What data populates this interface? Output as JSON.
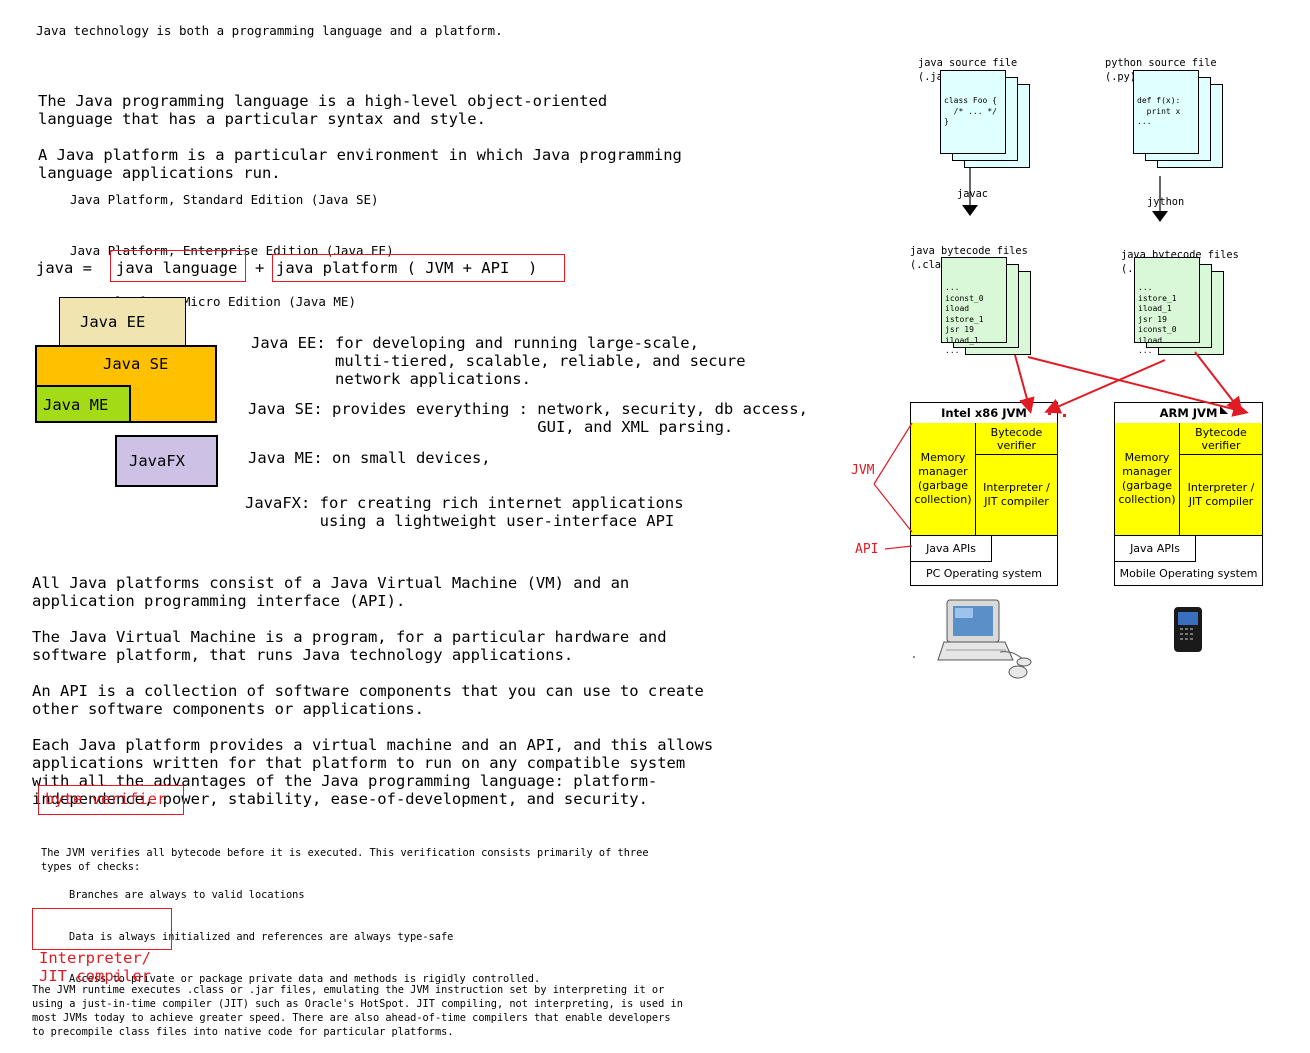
{
  "left": {
    "intro": "Java technology is both a programming language and a platform.",
    "lang_def": [
      "The Java programming language is a high-level object-oriented",
      "language that has a particular syntax and style."
    ],
    "platform_def": [
      "A Java platform is a particular environment in which Java programming",
      "language applications run."
    ],
    "platforms": [
      "Java Platform, Standard Edition (Java SE)",
      "Java Platform, Enterprise Edition (Java EE)",
      "Java Platform, Micro Edition (Java ME)",
      "JavaFX"
    ],
    "equation": {
      "lhs": "java =",
      "term1": "java language",
      "plus": "+",
      "term2": "java platform ( JVM + API  )"
    },
    "editions": {
      "ee": "Java EE",
      "se": "Java SE",
      "me": "Java ME",
      "fx": "JavaFX"
    },
    "edition_desc": {
      "ee": [
        "Java EE: for developing and running large-scale,",
        "         multi-tiered, scalable, reliable, and secure",
        "         network applications."
      ],
      "se": [
        "Java SE: provides everything : network, security, db access,",
        "                               GUI, and XML parsing."
      ],
      "me": [
        "Java ME: on small devices,"
      ],
      "fx": [
        "JavaFX: for creating rich internet applications",
        "        using a lightweight user-interface API"
      ]
    },
    "p1": [
      "All Java platforms consist of a Java Virtual Machine (VM) and an",
      "application programming interface (API)."
    ],
    "p2": [
      "The Java Virtual Machine is a program, for a particular hardware and",
      "software platform, that runs Java technology applications."
    ],
    "p3": [
      "An API is a collection of software components that you can use to create",
      "other software components or applications."
    ],
    "p4": [
      "Each Java platform provides a virtual machine and an API, and this allows",
      "applications written for that platform to run on any compatible system",
      "with all the advantages of the Java programming language: platform-",
      "independence, power, stability, ease-of-development, and security."
    ],
    "byte_verifier": {
      "heading": "byte verifier",
      "text": [
        "The JVM verifies all bytecode before it is executed. This verification consists primarily of three",
        "types of checks:"
      ],
      "checks": [
        "Branches are always to valid locations",
        "Data is always initialized and references are always type-safe",
        "Access to private or package private data and methods is rigidly controlled."
      ]
    },
    "interpreter": {
      "heading": [
        "Interpreter/",
        "JIT compiler"
      ],
      "text": [
        "The JVM runtime executes .class or .jar files, emulating the JVM instruction set by interpreting it or",
        "using a just-in-time compiler (JIT) such as Oracle's HotSpot. JIT compiling, not interpreting, is used in",
        "most JVMs today to achieve greater speed. There are also ahead-of-time compilers that enable developers",
        "to precompile class files into native code for particular platforms."
      ]
    }
  },
  "diagram": {
    "java_src": {
      "label": [
        "java source file",
        "(.java)"
      ],
      "code": [
        "class Foo {",
        "  /* ... */",
        "}"
      ]
    },
    "python_src": {
      "label": [
        "python source file",
        "(.py)"
      ],
      "code": [
        "def f(x):",
        "  print x",
        "..."
      ]
    },
    "javac": "javac",
    "jython": "jython",
    "java_bc": {
      "label": [
        "java bytecode files",
        "(.class/.jar)"
      ],
      "code": [
        "...",
        "iconst_0",
        "iload",
        "istore_1",
        "jsr 19",
        "iload_1",
        "..."
      ]
    },
    "python_bc": {
      "label": [
        "java bytecode files",
        "(.class/.jar)"
      ],
      "code": [
        "...",
        "istore_1",
        "iload_1",
        "jsr 19",
        "iconst_0",
        "iload",
        "..."
      ]
    },
    "intel": {
      "title": "Intel x86 JVM",
      "memory": "Memory manager (garbage collection)",
      "verifier": "Bytecode verifier",
      "interp": "Interpreter / JIT compiler",
      "apis": "Java APIs",
      "os": "PC Operating system"
    },
    "arm": {
      "title": "ARM JVM",
      "memory": "Memory manager (garbage collection)",
      "verifier": "Bytecode verifier",
      "interp": "Interpreter / JIT compiler",
      "apis": "Java APIs",
      "os": "Mobile Operating system"
    },
    "jvm_label": "JVM",
    "api_label": "API"
  },
  "colors": {
    "red": "#e01b24",
    "ee": "#f0e4b0",
    "se": "#ffc000",
    "me": "#a3dc17",
    "fx": "#cdc1e6",
    "src_paper": "#e0ffff",
    "bc_paper": "#d8f8d8",
    "jvm_yellow": "#ffff00"
  }
}
